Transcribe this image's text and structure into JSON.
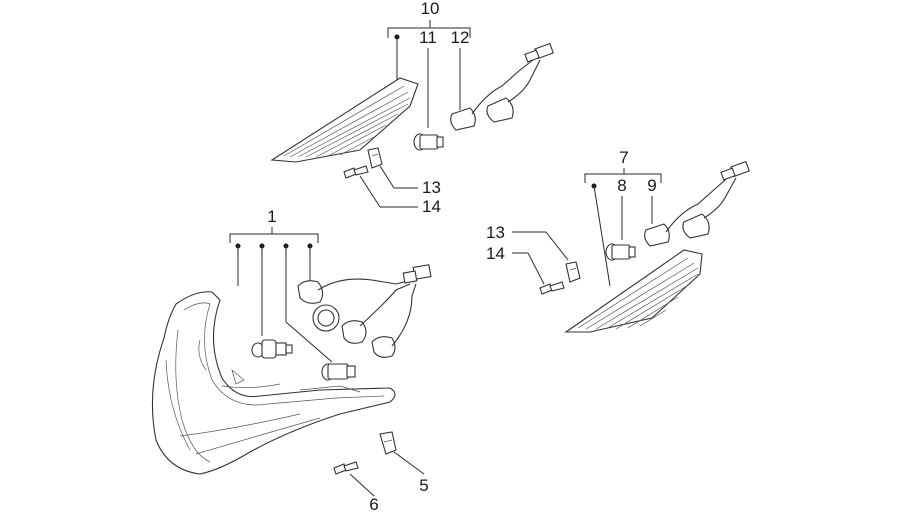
{
  "callouts": {
    "c1": "1",
    "c5": "5",
    "c6": "6",
    "c7": "7",
    "c8": "8",
    "c9": "9",
    "c10": "10",
    "c11": "11",
    "c12": "12",
    "c13_top": "13",
    "c14_top": "14",
    "c13_right": "13",
    "c14_right": "14"
  },
  "colors": {
    "line": "#2a2a2a",
    "background": "#ffffff"
  }
}
